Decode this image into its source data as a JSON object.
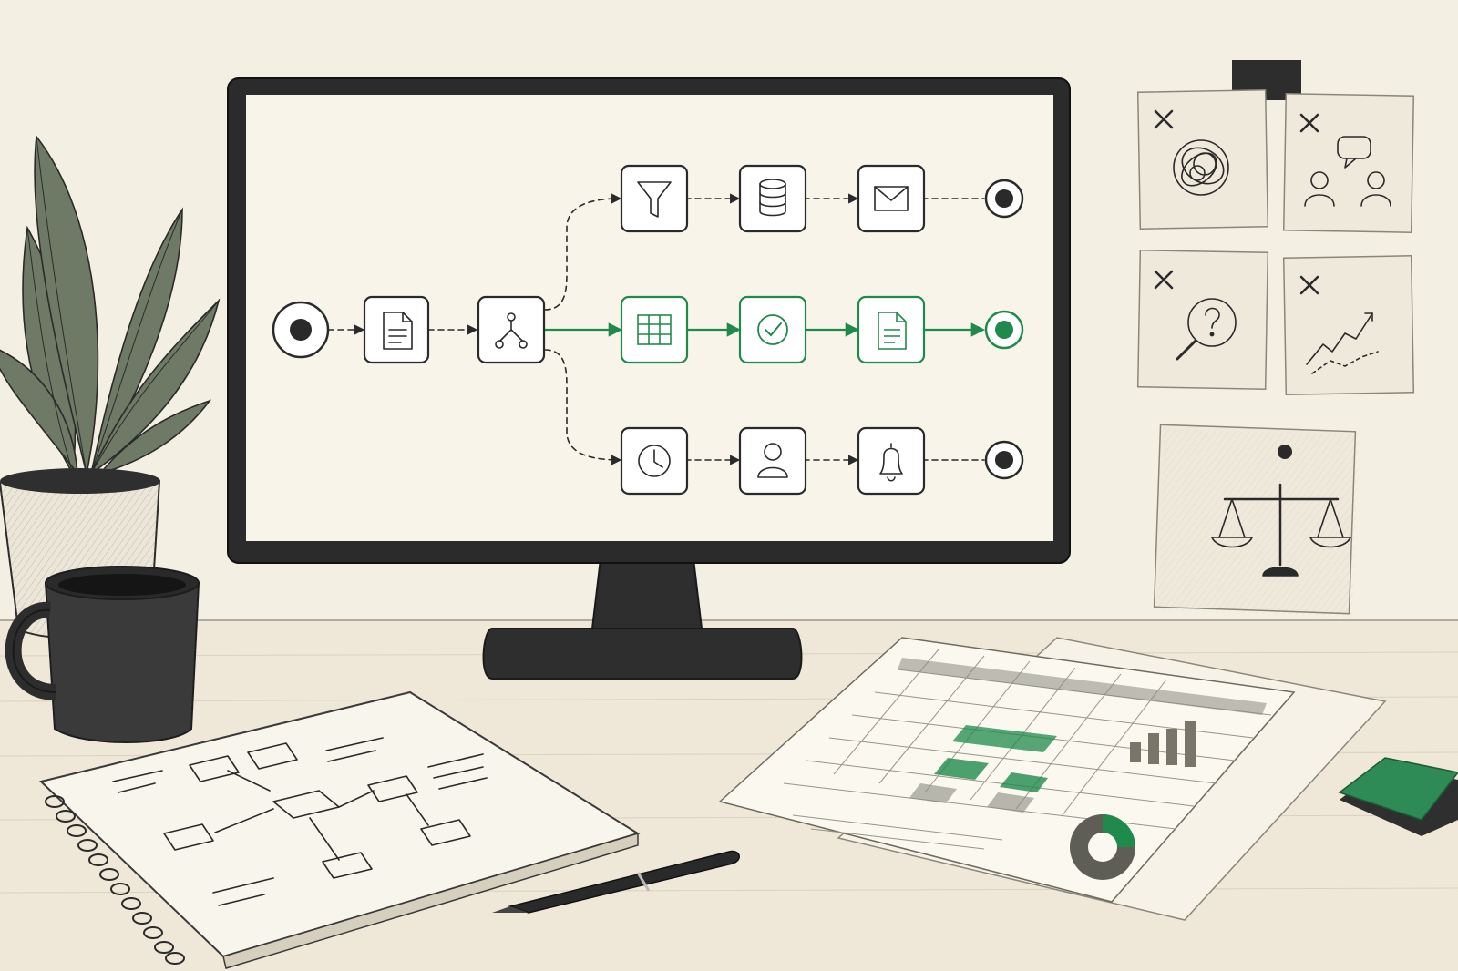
{
  "scene": {
    "description_free": true,
    "colors": {
      "paper": "#f4efe3",
      "ink": "#2a2a2a",
      "accent_green": "#1f8a4c",
      "monitor_bezel": "#2b2b2b",
      "screen": "#f8f4ea"
    }
  },
  "workflow": {
    "start_icon": "start-node-icon",
    "main_steps": [
      "document-icon",
      "branch-split-icon"
    ],
    "branches": [
      {
        "state": "inactive",
        "line_style": "dashed",
        "steps": [
          "filter-icon",
          "database-icon",
          "envelope-icon"
        ],
        "end": "end-node-icon"
      },
      {
        "state": "active",
        "line_style": "solid",
        "steps": [
          "table-icon",
          "check-circle-icon",
          "document-icon"
        ],
        "end": "end-node-active-icon"
      },
      {
        "state": "inactive",
        "line_style": "dashed",
        "steps": [
          "clock-icon",
          "user-icon",
          "bell-icon"
        ],
        "end": "end-node-icon"
      }
    ]
  },
  "wall_notes": [
    {
      "icon": "tangle-icon",
      "crossed": true
    },
    {
      "icon": "people-chat-icon",
      "crossed": true
    },
    {
      "icon": "magnifier-question-icon",
      "crossed": true
    },
    {
      "icon": "trend-up-icon",
      "crossed": true
    },
    {
      "icon": "scales-icon",
      "crossed": false
    }
  ],
  "desk_items": [
    "coffee-mug",
    "spiral-notebook-flowchart",
    "pen",
    "spreadsheet-printouts",
    "green-sticky-pad",
    "potted-plant"
  ]
}
